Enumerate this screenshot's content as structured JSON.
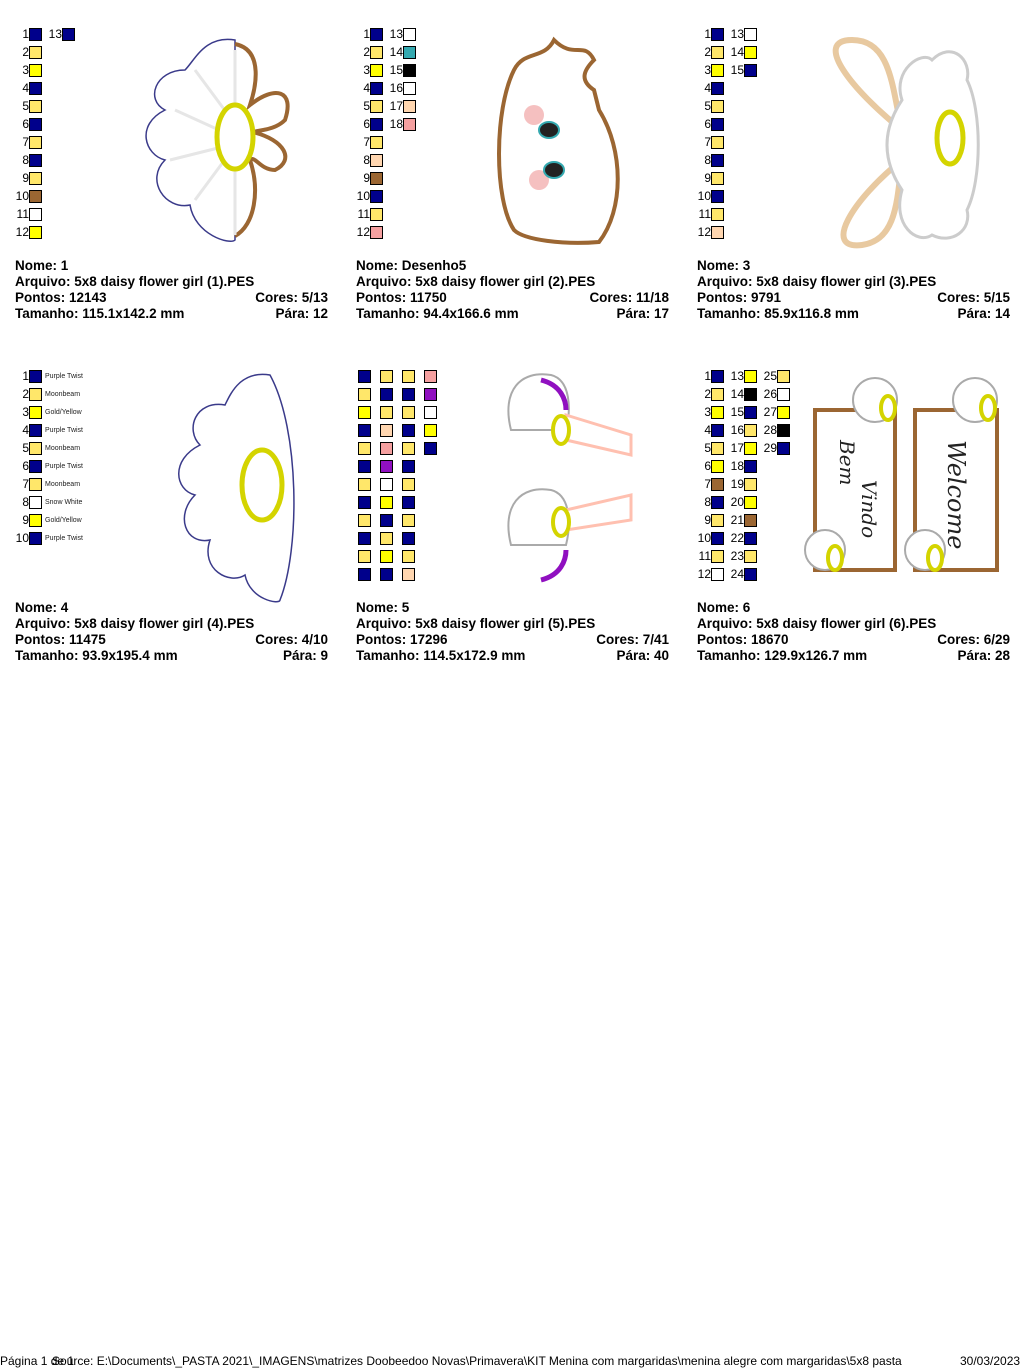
{
  "colors": {
    "N": "#00008b",
    "M": "#ffe76a",
    "Y": "#ffff00",
    "B": "#9b6632",
    "W": "#ffffff",
    "K": "#000000",
    "T": "#34a9b0",
    "Pe": "#ffd6b0",
    "Pk": "#f5a0a0",
    "Pu": "#9010c0"
  },
  "labels": {
    "name": "Nome:",
    "file": "Arquivo:",
    "points": "Pontos:",
    "colors": "Cores:",
    "size": "Tamanho:",
    "stops": "Pára:"
  },
  "designs": [
    {
      "name": "1",
      "file": "5x8 daisy flower girl (1).PES",
      "points": "12143",
      "colors": "5/13",
      "size": "115.1x142.2 mm",
      "stops": "12",
      "swatch_cols": [
        [
          "N",
          "M",
          "Y",
          "N",
          "M",
          "N",
          "M",
          "N",
          "M",
          "B",
          "W",
          "Y"
        ],
        [
          "N"
        ]
      ],
      "numbered": true
    },
    {
      "name": "Desenho5",
      "file": "5x8 daisy flower girl (2).PES",
      "points": "11750",
      "colors": "11/18",
      "size": "94.4x166.6 mm",
      "stops": "17",
      "swatch_cols": [
        [
          "N",
          "M",
          "Y",
          "N",
          "M",
          "N",
          "M",
          "Pe",
          "B",
          "N",
          "M",
          "Pk"
        ],
        [
          "W",
          "T",
          "K",
          "W",
          "Pe",
          "Pk"
        ]
      ],
      "numbered": true
    },
    {
      "name": "3",
      "file": "5x8 daisy flower girl (3).PES",
      "points": "9791",
      "colors": "5/15",
      "size": "85.9x116.8 mm",
      "stops": "14",
      "swatch_cols": [
        [
          "N",
          "M",
          "Y",
          "N",
          "M",
          "N",
          "M",
          "N",
          "M",
          "N",
          "M",
          "Pe"
        ],
        [
          "W",
          "Y",
          "N"
        ]
      ],
      "numbered": true
    },
    {
      "name": "4",
      "file": "5x8 daisy flower girl (4).PES",
      "points": "11475",
      "colors": "4/10",
      "size": "93.9x195.4 mm",
      "stops": "9",
      "swatch_cols": [
        [
          "N",
          "M",
          "Y",
          "N",
          "M",
          "N",
          "M",
          "W",
          "Y",
          "N"
        ]
      ],
      "numbered": true,
      "swatch_labels": [
        "Purple Twist",
        "Moonbeam",
        "Gold/Yellow",
        "Purple Twist",
        "Moonbeam",
        "Purple Twist",
        "Moonbeam",
        "Snow White",
        "Gold/Yellow",
        "Purple Twist"
      ]
    },
    {
      "name": "5",
      "file": "5x8 daisy flower girl (5).PES",
      "points": "17296",
      "colors": "7/41",
      "size": "114.5x172.9 mm",
      "stops": "40",
      "swatch_cols": [
        [
          "N",
          "M",
          "Y",
          "N",
          "M",
          "N",
          "M",
          "N",
          "M",
          "N",
          "M",
          "N"
        ],
        [
          "M",
          "N",
          "M",
          "Pe",
          "Pk",
          "Pu",
          "W",
          "Y",
          "N",
          "M",
          "Y",
          "N"
        ],
        [
          "M",
          "N",
          "M",
          "N",
          "M",
          "N",
          "M",
          "N",
          "M",
          "N",
          "M",
          "Pe"
        ],
        [
          "Pk",
          "Pu",
          "W",
          "Y",
          "N"
        ]
      ],
      "numbered": false
    },
    {
      "name": "6",
      "file": "5x8 daisy flower girl (6).PES",
      "points": "18670",
      "colors": "6/29",
      "size": "129.9x126.7 mm",
      "stops": "28",
      "swatch_cols": [
        [
          "N",
          "M",
          "Y",
          "N",
          "M",
          "Y",
          "B",
          "N",
          "M",
          "N",
          "M",
          "W"
        ],
        [
          "Y",
          "K",
          "N",
          "M",
          "Y",
          "N",
          "M",
          "Y",
          "B",
          "N",
          "M",
          "N"
        ],
        [
          "M",
          "W",
          "Y",
          "K",
          "N"
        ]
      ],
      "numbered": true,
      "art_text": [
        "Bem",
        "Vindo",
        "Welcome"
      ]
    }
  ],
  "footer": {
    "page": "Página 1 de 1",
    "source": "Source: E:\\Documents\\_PASTA 2021\\_IMAGENS\\matrizes Doobeedoo Novas\\Primavera\\KIT Menina com margaridas\\menina alegre com margaridas\\5x8 pasta",
    "date": "30/03/2023"
  }
}
